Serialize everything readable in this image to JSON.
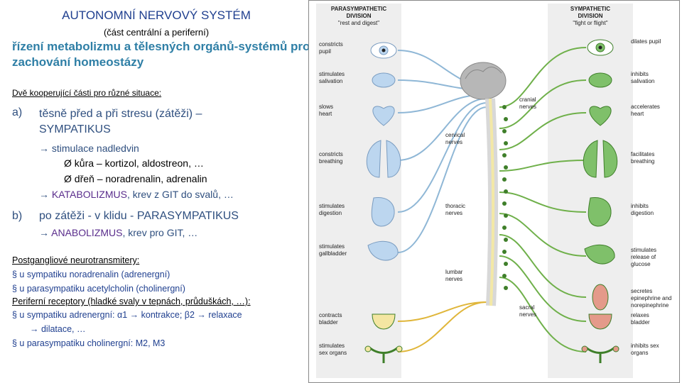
{
  "left": {
    "title": "AUTONOMNÍ NERVOVÝ SYSTÉM",
    "subtitle": "(část centrální a periferní)",
    "heading": "řízení metabolizmu a tělesných orgánů-systémů pro zachování homeostázy",
    "intro": "Dvě kooperující části pro různé situace:",
    "section_a": {
      "label": "a)",
      "text": "těsně před a při stresu (zátěži) –",
      "keyword": "SYMPATIKUS",
      "line1": "→ stimulace nadledvin",
      "bullet1": "Ø  kůra – kortizol, aldostreon, …",
      "bullet2": "Ø  dřeň – noradrenalin, adrenalin",
      "line2_arrow": "→ ",
      "line2_kw": "KATABOLIZMUS",
      "line2_rest": ", krev z GIT do svalů, …"
    },
    "section_b": {
      "label": "b)",
      "text": "po zátěži - v klidu - ",
      "keyword": "PARASYMPATIKUS",
      "line_arrow": "→ ",
      "line_kw": "ANABOLIZMUS",
      "line_rest": ", krev pro GIT, …"
    },
    "neuro": {
      "heading1": "Postgangliové neurotransmitery:",
      "item1": "§   u sympatiku noradrenalin (adrenergní)",
      "item2": "§   u parasympatiku acetylcholin (cholinergní)",
      "heading2": "Periferní receptory (hladké svaly v tepnách, průduškách, …):",
      "item3": "§   u sympatiku adrenergní: α1 → kontrakce; β2 → relaxace",
      "item3b": "→ dilatace, …",
      "item4": "§   u parasympatiku cholinergní: M2, M3"
    }
  },
  "figure": {
    "para_header": [
      "PARASYMPATHETIC",
      "DIVISION",
      "\"rest and digest\""
    ],
    "symp_header": [
      "SYMPATHETIC",
      "DIVISION",
      "\"fight or flight\""
    ],
    "para_labels": [
      [
        "constricts",
        "pupil"
      ],
      [
        "stimulates",
        "salivation"
      ],
      [
        "slows",
        "heart"
      ],
      [
        "constricts",
        "breathing"
      ],
      [
        "stimulates",
        "digestion"
      ],
      [
        "stimulates",
        "gallbladder"
      ],
      [
        "contracts",
        "bladder"
      ],
      [
        "stimulates",
        "sex organs"
      ]
    ],
    "symp_labels": [
      [
        "dilates pupil"
      ],
      [
        "inhibits",
        "salivation"
      ],
      [
        "accelerates",
        "heart"
      ],
      [
        "facilitates",
        "breathing"
      ],
      [
        "inhibits",
        "digestion"
      ],
      [
        "stimulates",
        "release of",
        "glucose"
      ],
      [
        "secretes",
        "epinephrine and",
        "norepinephrine"
      ],
      [
        "relaxes",
        "bladder"
      ],
      [
        "inhibits sex",
        "organs"
      ]
    ],
    "nerve_labels": [
      [
        "cranial",
        "nerves"
      ],
      [
        "cervical",
        "nerves"
      ],
      [
        "thoracic",
        "nerves"
      ],
      [
        "lumbar",
        "nerves"
      ],
      [
        "sacral",
        "nerves"
      ]
    ],
    "colors": {
      "para_line": "#8fb7d6",
      "symp_line": "#6fb04a",
      "sacral_line": "#e0b63a",
      "organ_left": "#bcd6ef",
      "organ_right": "#7fc06a",
      "panel": "#eeeeee"
    }
  }
}
